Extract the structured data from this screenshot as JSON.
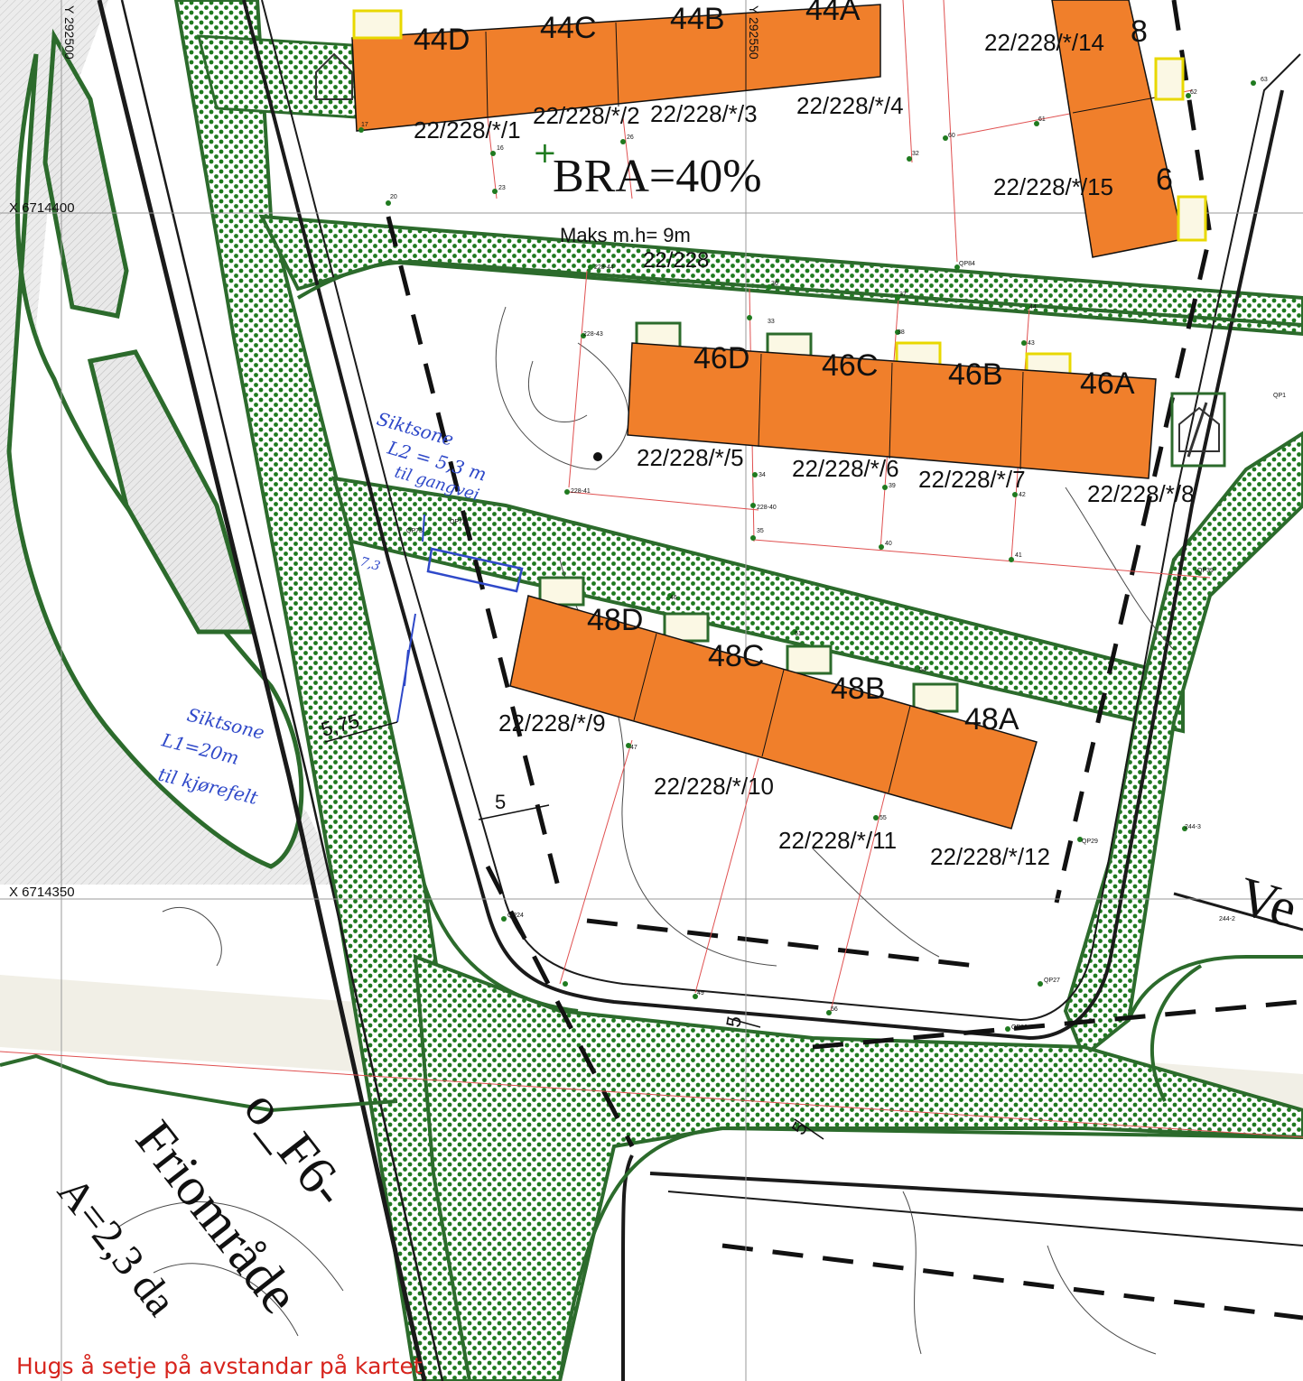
{
  "map": {
    "coords": {
      "x1": "X 6714400",
      "x2": "X 6714350",
      "y1": "Y 292500",
      "y2": "Y 292550"
    },
    "zoning": {
      "bra": "BRA=40%",
      "height": "Maks m.h= 9m",
      "parcel": "22/228"
    },
    "buildings": {
      "row44": [
        "44D",
        "44C",
        "44B",
        "44A"
      ],
      "row46": [
        "46D",
        "46C",
        "46B",
        "46A"
      ],
      "row48": [
        "48D",
        "48C",
        "48B",
        "48A"
      ],
      "b8": "8",
      "b6": "6"
    },
    "parcels": {
      "p1": "22/228/*/1",
      "p2": "22/228/*/2",
      "p3": "22/228/*/3",
      "p4": "22/228/*/4",
      "p5": "22/228/*/5",
      "p6": "22/228/*/6",
      "p7": "22/228/*/7",
      "p8": "22/228/*/8",
      "p9": "22/228/*/9",
      "p10": "22/228/*/10",
      "p11": "22/228/*/11",
      "p12": "22/228/*/12",
      "p14": "22/228/*/14",
      "p15": "22/228/*/15"
    },
    "points": {
      "n16": "16",
      "n17": "17",
      "n20": "20",
      "n23": "23",
      "n26": "26",
      "n32": "32",
      "n33": "33",
      "n34": "34",
      "n35": "35",
      "n36": "36",
      "n37": "37",
      "n38": "38",
      "n39": "39",
      "n40": "40",
      "n41": "41",
      "n42": "42",
      "n43": "43",
      "n44": "44",
      "n46": "46",
      "n47": "47",
      "n49": "49",
      "n51": "51",
      "n54": "54",
      "n55": "55",
      "n56": "56",
      "n60": "60",
      "n61": "61",
      "n62": "62",
      "n63": "63",
      "g44": "228-44",
      "g43": "228-43",
      "g41": "228-41",
      "g40": "228-40",
      "qp84": "QP84",
      "qp39": "QP39",
      "qp29": "QP29",
      "qp27": "QP27",
      "qp26": "QP26",
      "qp24": "QP24",
      "qp72": "QP72",
      "qp73": "QP73",
      "qp1": "QP1",
      "s2443": "244-3",
      "s2442": "244-2"
    },
    "dimensions": {
      "d575": "5,75",
      "d5a": "5",
      "d5b": "5",
      "d5c": "5"
    },
    "handwritten": {
      "sz2_l1": "Siktsone",
      "sz2_l2": "L2 = 5,3 m",
      "sz2_l3": "til gangvei",
      "sz2_dim": "7,3",
      "sz1_l1": "Siktsone",
      "sz1_l2": "L1=20m",
      "sz1_l3": "til kjørefelt"
    },
    "area": {
      "name1": "o_F6-",
      "name2": "Friområde",
      "size": "A=2,3 da",
      "road": "Ve"
    },
    "note": "Hugs å setje på avstandar på kartet"
  },
  "colors": {
    "building": "#f07f2b",
    "roadline": "#2c6b2c",
    "dots": "#1f7a1f",
    "handwriting": "#2f49c9",
    "note": "#d7241d"
  }
}
